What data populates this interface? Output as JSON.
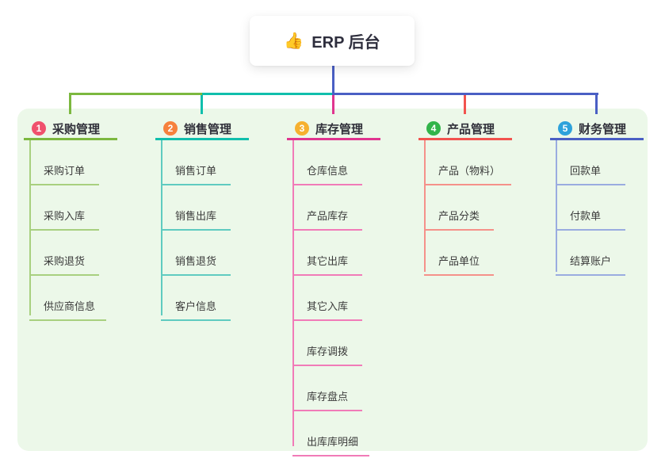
{
  "root": {
    "icon": "👍",
    "title": "ERP 后台"
  },
  "panel_color": "#ECF8E9",
  "connector": {
    "root_stem_color": "#4A5FC4",
    "segment_colors": [
      "#7CB83F",
      "#10BFAC",
      "#4A5FC4"
    ]
  },
  "branches": [
    {
      "badge": "1",
      "badge_color": "#F0516D",
      "line_color": "#7CB83F",
      "light_color": "#A8D07F",
      "title": "采购管理",
      "items": [
        "采购订单",
        "采购入库",
        "采购退货",
        "供应商信息"
      ]
    },
    {
      "badge": "2",
      "badge_color": "#F6813D",
      "line_color": "#10BFAC",
      "light_color": "#5FCBC0",
      "title": "销售管理",
      "items": [
        "销售订单",
        "销售出库",
        "销售退货",
        "客户信息"
      ]
    },
    {
      "badge": "3",
      "badge_color": "#F6B02F",
      "line_color": "#E0358F",
      "light_color": "#F17BB8",
      "title": "库存管理",
      "items": [
        "仓库信息",
        "产品库存",
        "其它出库",
        "其它入库",
        "库存调拨",
        "库存盘点",
        "出库库明细"
      ]
    },
    {
      "badge": "4",
      "badge_color": "#32B44A",
      "line_color": "#F2534E",
      "light_color": "#F5918A",
      "title": "产品管理",
      "items": [
        "产品（物料）",
        "产品分类",
        "产品单位"
      ]
    },
    {
      "badge": "5",
      "badge_color": "#2EA2DB",
      "line_color": "#4A5FC4",
      "light_color": "#9AACE0",
      "title": "财务管理",
      "items": [
        "回款单",
        "付款单",
        "结算账户"
      ]
    }
  ]
}
